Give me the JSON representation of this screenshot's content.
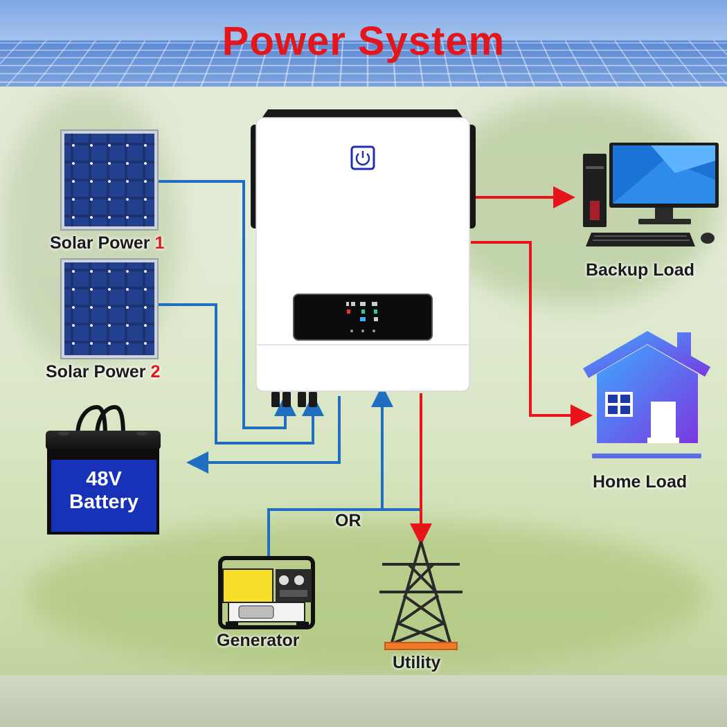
{
  "title": "Power System",
  "nodes": {
    "solar1": {
      "label": "Solar Power ",
      "num": "1"
    },
    "solar2": {
      "label": "Solar Power ",
      "num": "2"
    },
    "battery": {
      "line1": "48V",
      "line2": "Battery"
    },
    "generator": {
      "label": "Generator"
    },
    "utility": {
      "label": "Utility"
    },
    "backup": {
      "label": "Backup Load"
    },
    "home": {
      "label": "Home Load"
    },
    "or_label": "OR"
  },
  "colors": {
    "title": "#e3161b",
    "dc_line": "#1f6fc0",
    "ac_line": "#e8141b"
  },
  "icons": [
    "power-icon",
    "solar-panel-icon",
    "battery-icon",
    "generator-icon",
    "transmission-tower-icon",
    "computer-icon",
    "house-icon"
  ]
}
